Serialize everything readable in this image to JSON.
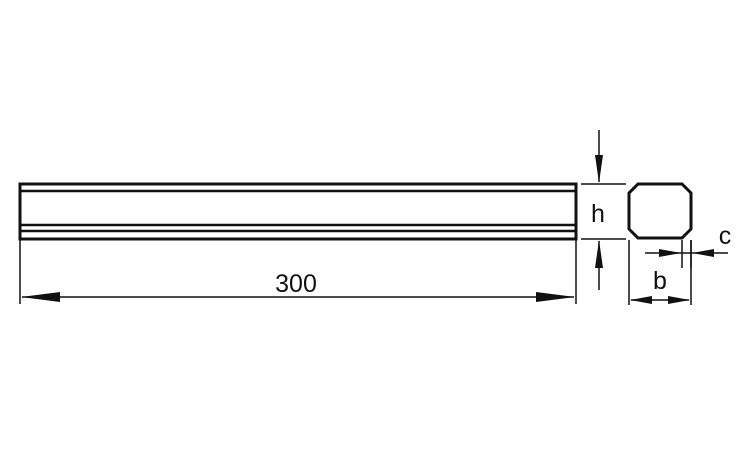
{
  "colors": {
    "line": "#111111",
    "background": "#ffffff"
  },
  "labels": {
    "length": "300",
    "height": "h",
    "width": "b",
    "chamfer": "c"
  }
}
